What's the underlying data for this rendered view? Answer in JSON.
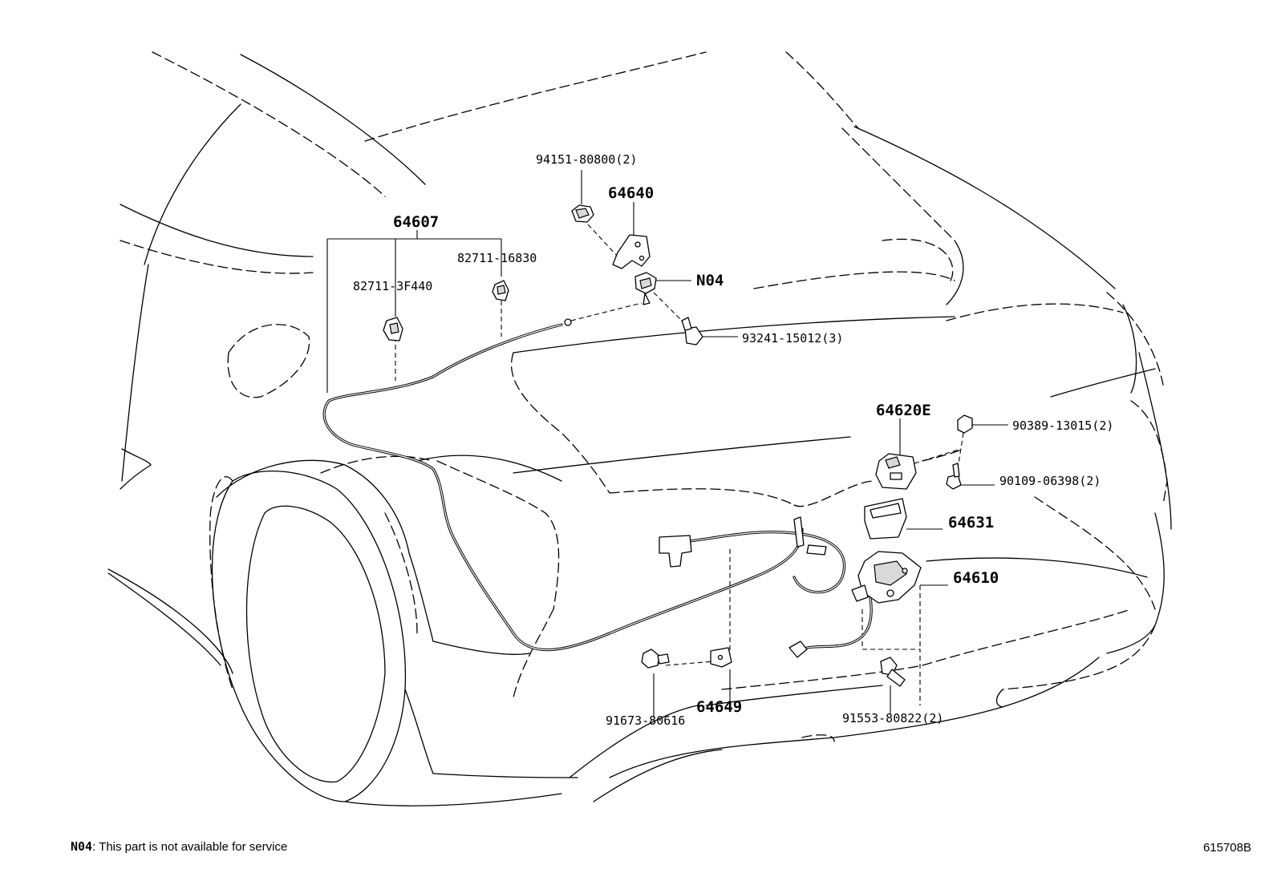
{
  "labels": {
    "p64607": "64607",
    "p82711_16830": "82711-16830",
    "p82711_3F440": "82711-3F440",
    "p94151": "94151-80800(2)",
    "p64640": "64640",
    "pN04": "N04",
    "p93241": "93241-15012(3)",
    "p64620E": "64620E",
    "p90389": "90389-13015(2)",
    "p90109": "90109-06398(2)",
    "p64631": "64631",
    "p64610": "64610",
    "p64649": "64649",
    "p91673": "91673-80616",
    "p91553": "91553-80822(2)"
  },
  "footer": {
    "note_code": "N04",
    "note_text": ": This part is not available for service",
    "figure_id": "615708B"
  }
}
